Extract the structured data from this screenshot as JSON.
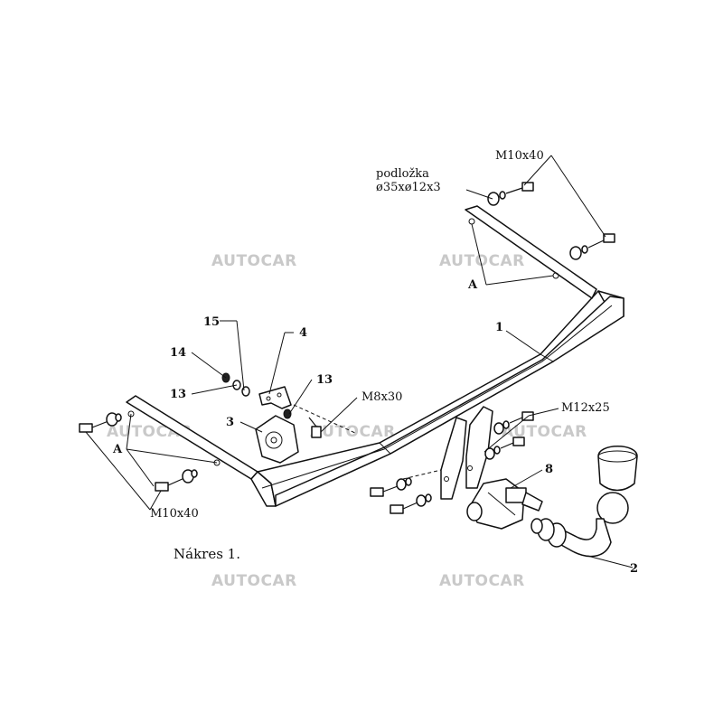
{
  "watermark": "AUTOCAR",
  "caption": "Nákres 1.",
  "labels": {
    "washer_name": "podložka",
    "washer_size": "ø35xø12x3",
    "bolt_top": "M10x40",
    "bolt_left": "M10x40",
    "bolt_m8": "M8x30",
    "bolt_m12": "M12x25",
    "a_right": "A",
    "a_left": "A",
    "part_1": "1",
    "part_2": "2",
    "part_3": "3",
    "part_4": "4",
    "part_8": "8",
    "part_13a": "13",
    "part_13b": "13",
    "part_14": "14",
    "part_15": "15"
  }
}
